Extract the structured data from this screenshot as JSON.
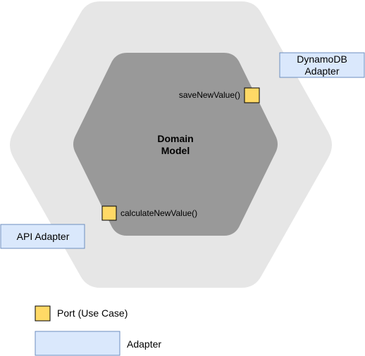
{
  "colors": {
    "outer_hexagon": "#e6e6e6",
    "inner_hexagon": "#999999",
    "port_fill": "#ffd966",
    "port_stroke": "#000000",
    "adapter_fill": "#dae8fc",
    "adapter_stroke": "#6c8ebf"
  },
  "domain": {
    "line1": "Domain",
    "line2": "Model"
  },
  "ports": {
    "save": {
      "label": "saveNewValue()"
    },
    "calculate": {
      "label": "calculateNewValue()"
    }
  },
  "adapters": {
    "dynamodb": {
      "line1": "DynamoDB",
      "line2": "Adapter"
    },
    "api": {
      "label": "API Adapter"
    }
  },
  "legend": {
    "port": "Port (Use Case)",
    "adapter": "Adapter"
  }
}
